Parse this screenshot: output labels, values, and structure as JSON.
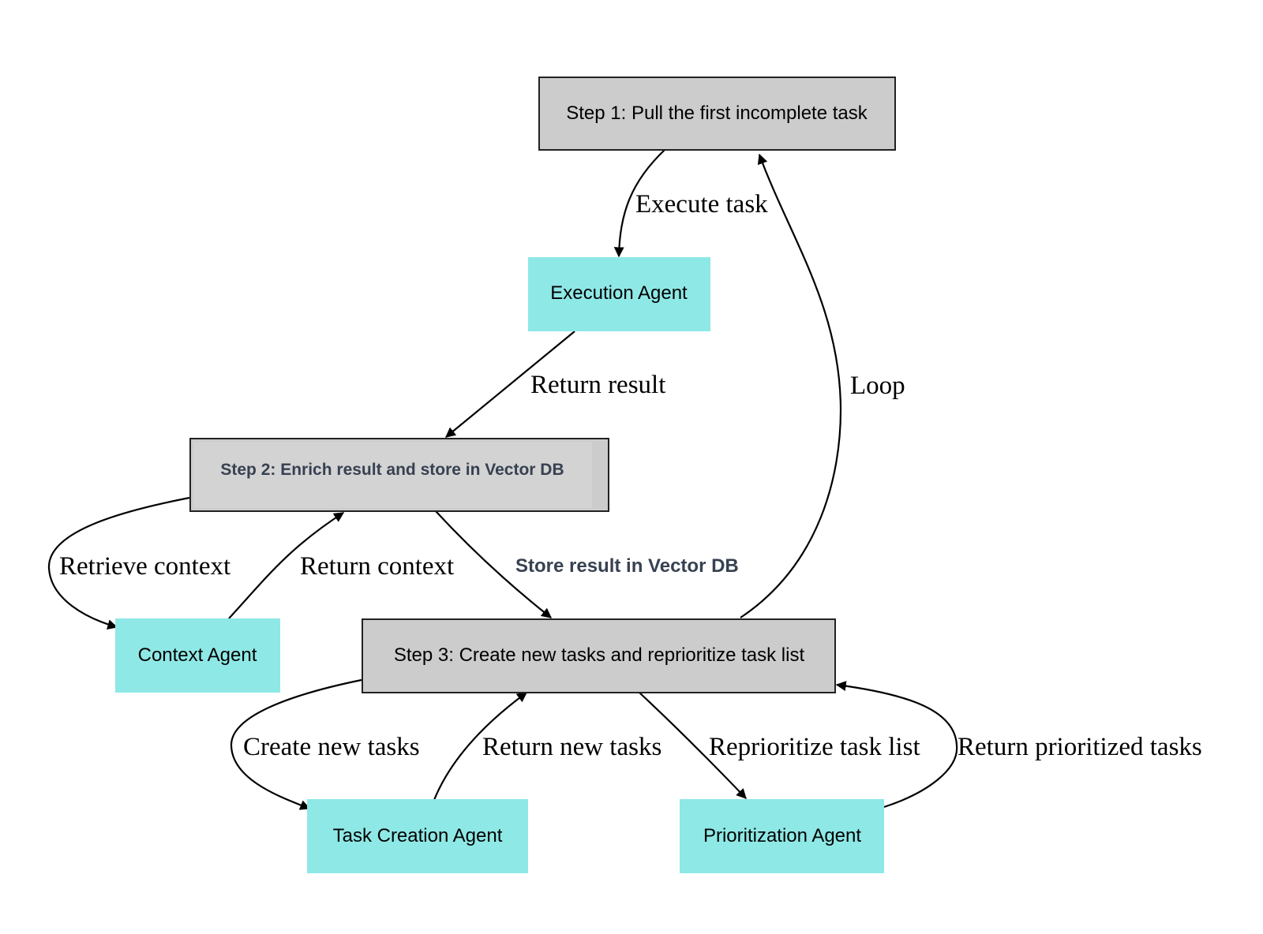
{
  "colors": {
    "step_fill": "#cccccc",
    "step_stroke": "#222222",
    "agent_fill": "#8ee8e6",
    "edge": "#000000"
  },
  "nodes": {
    "step1": "Step 1: Pull the first incomplete task",
    "execution_agent": "Execution Agent",
    "step2": "Step 2: Enrich result and store in Vector DB",
    "context_agent": "Context Agent",
    "step3": "Step 3: Create new tasks and reprioritize task list",
    "task_creation_agent": "Task Creation Agent",
    "prioritization_agent": "Prioritization Agent"
  },
  "edges": {
    "execute_task": "Execute task",
    "return_result": "Return result",
    "loop": "Loop",
    "retrieve_context": "Retrieve context",
    "return_context": "Return context",
    "store_result": "Store result in Vector DB",
    "create_new_tasks": "Create new tasks",
    "return_new_tasks": "Return new tasks",
    "reprioritize_task_list": "Reprioritize task list",
    "return_prioritized_tasks": "Return prioritized tasks"
  }
}
